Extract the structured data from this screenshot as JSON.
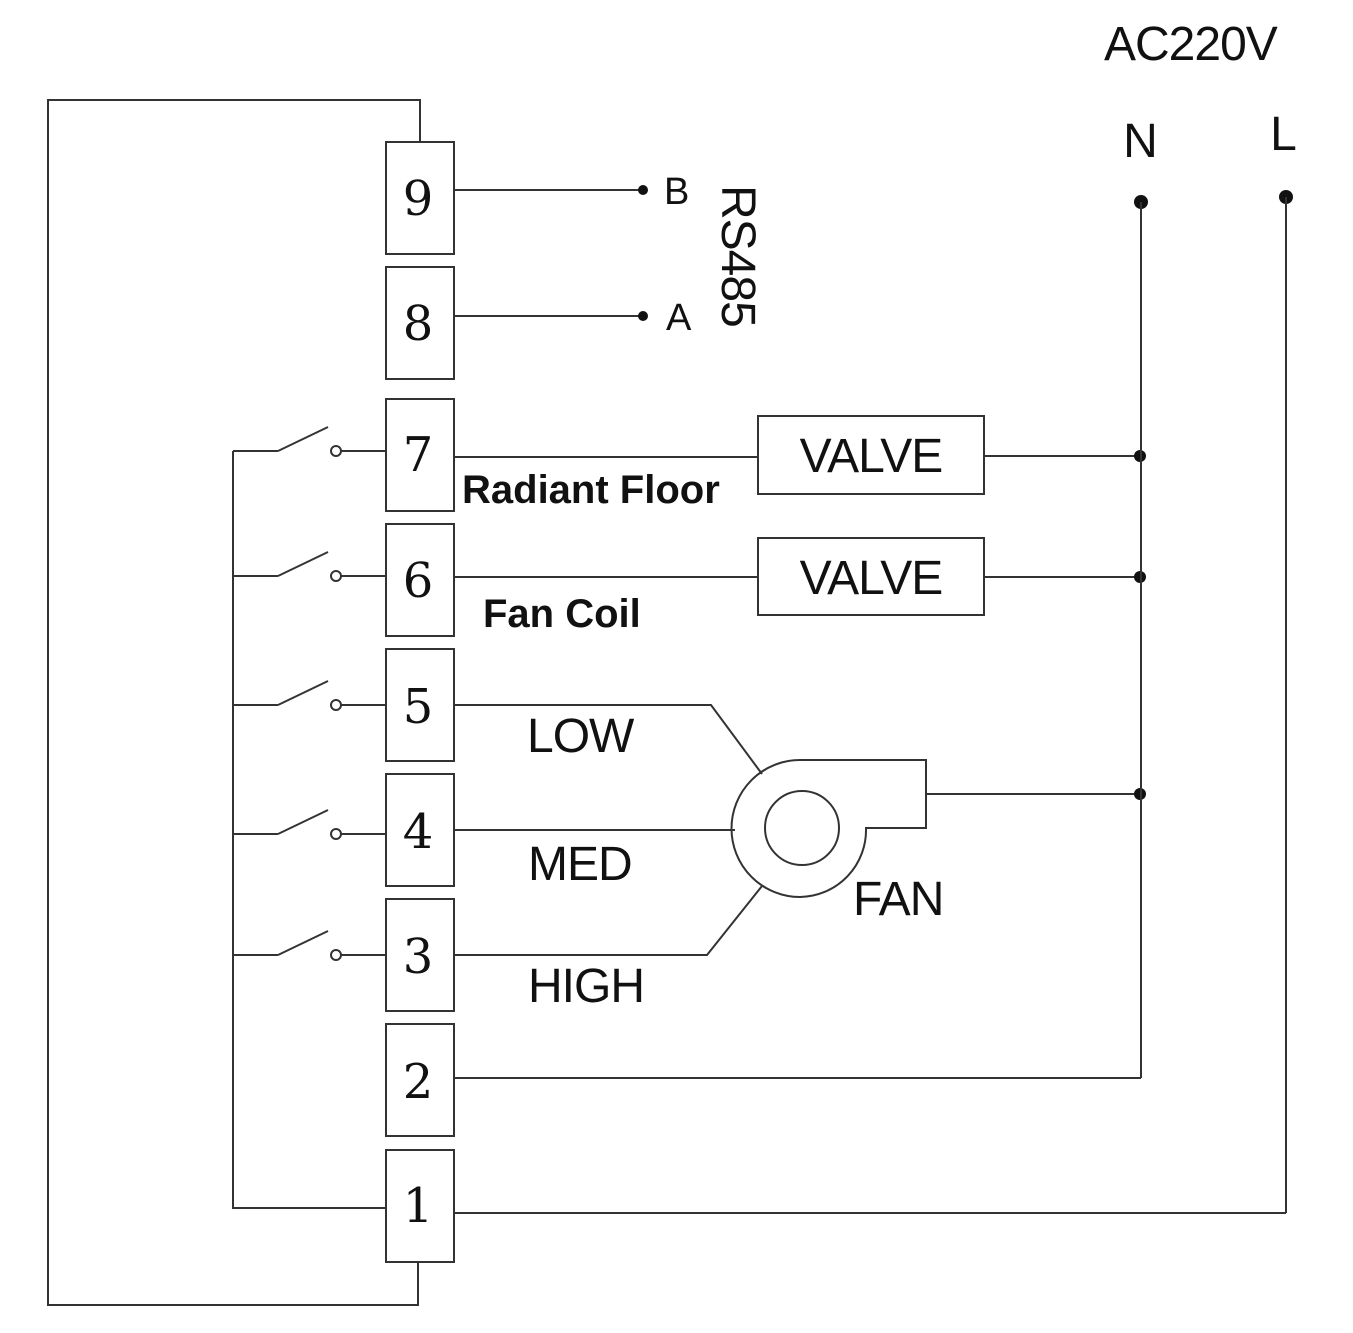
{
  "supply": {
    "label": "AC220V",
    "neutral": "N",
    "line": "L"
  },
  "terminals": [
    "1",
    "2",
    "3",
    "4",
    "5",
    "6",
    "7",
    "8",
    "9"
  ],
  "rs485": {
    "label": "RS485",
    "a": "A",
    "b": "B"
  },
  "valves": {
    "radiant_label": "VALVE",
    "fancoil_label": "VALVE"
  },
  "circuits": {
    "radiant_floor": "Radiant Floor",
    "fan_coil": "Fan Coil"
  },
  "fan": {
    "label": "FAN",
    "low": "LOW",
    "med": "MED",
    "high": "HIGH"
  }
}
